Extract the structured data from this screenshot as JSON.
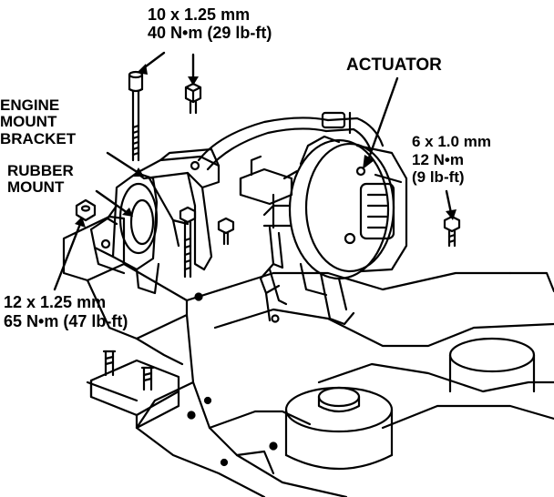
{
  "labels": {
    "top_bolt": {
      "line1": "10 x 1.25 mm",
      "line2": "40 N•m (29 lb-ft)"
    },
    "actuator": "ACTUATOR",
    "right_bolt": {
      "line1": "6 x 1.0 mm",
      "line2": "12 N•m",
      "line3": "(9 lb-ft)"
    },
    "engine_mount_bracket": {
      "line1": "ENGINE",
      "line2": "MOUNT",
      "line3": "BRACKET"
    },
    "rubber_mount": {
      "line1": "RUBBER",
      "line2": "MOUNT"
    },
    "bottom_bolt": {
      "line1": "12 x 1.25 mm",
      "line2": "65 N•m (47 lb-ft)"
    }
  }
}
